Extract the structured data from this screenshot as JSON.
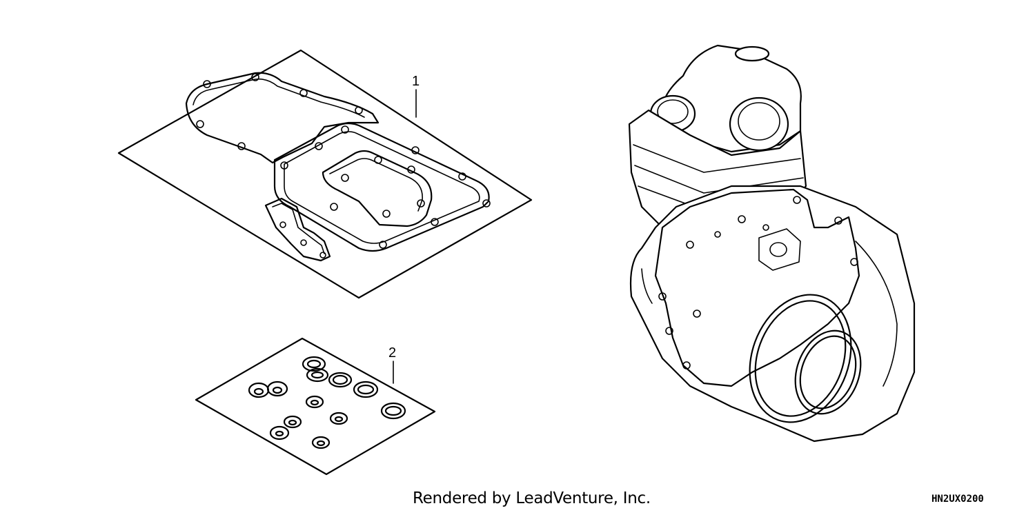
{
  "diagram": {
    "callouts": [
      {
        "id": "1",
        "label": "1"
      },
      {
        "id": "2",
        "label": "2"
      }
    ],
    "parts": [
      {
        "callout": "1",
        "icon": "gasket-sheet-icon"
      },
      {
        "callout": "2",
        "icon": "oring-sheet-icon"
      },
      {
        "callout": null,
        "icon": "engine-assembly-icon"
      }
    ]
  },
  "footer": {
    "credit": "Rendered by LeadVenture, Inc.",
    "diagram_code": "HN2UX0200"
  }
}
